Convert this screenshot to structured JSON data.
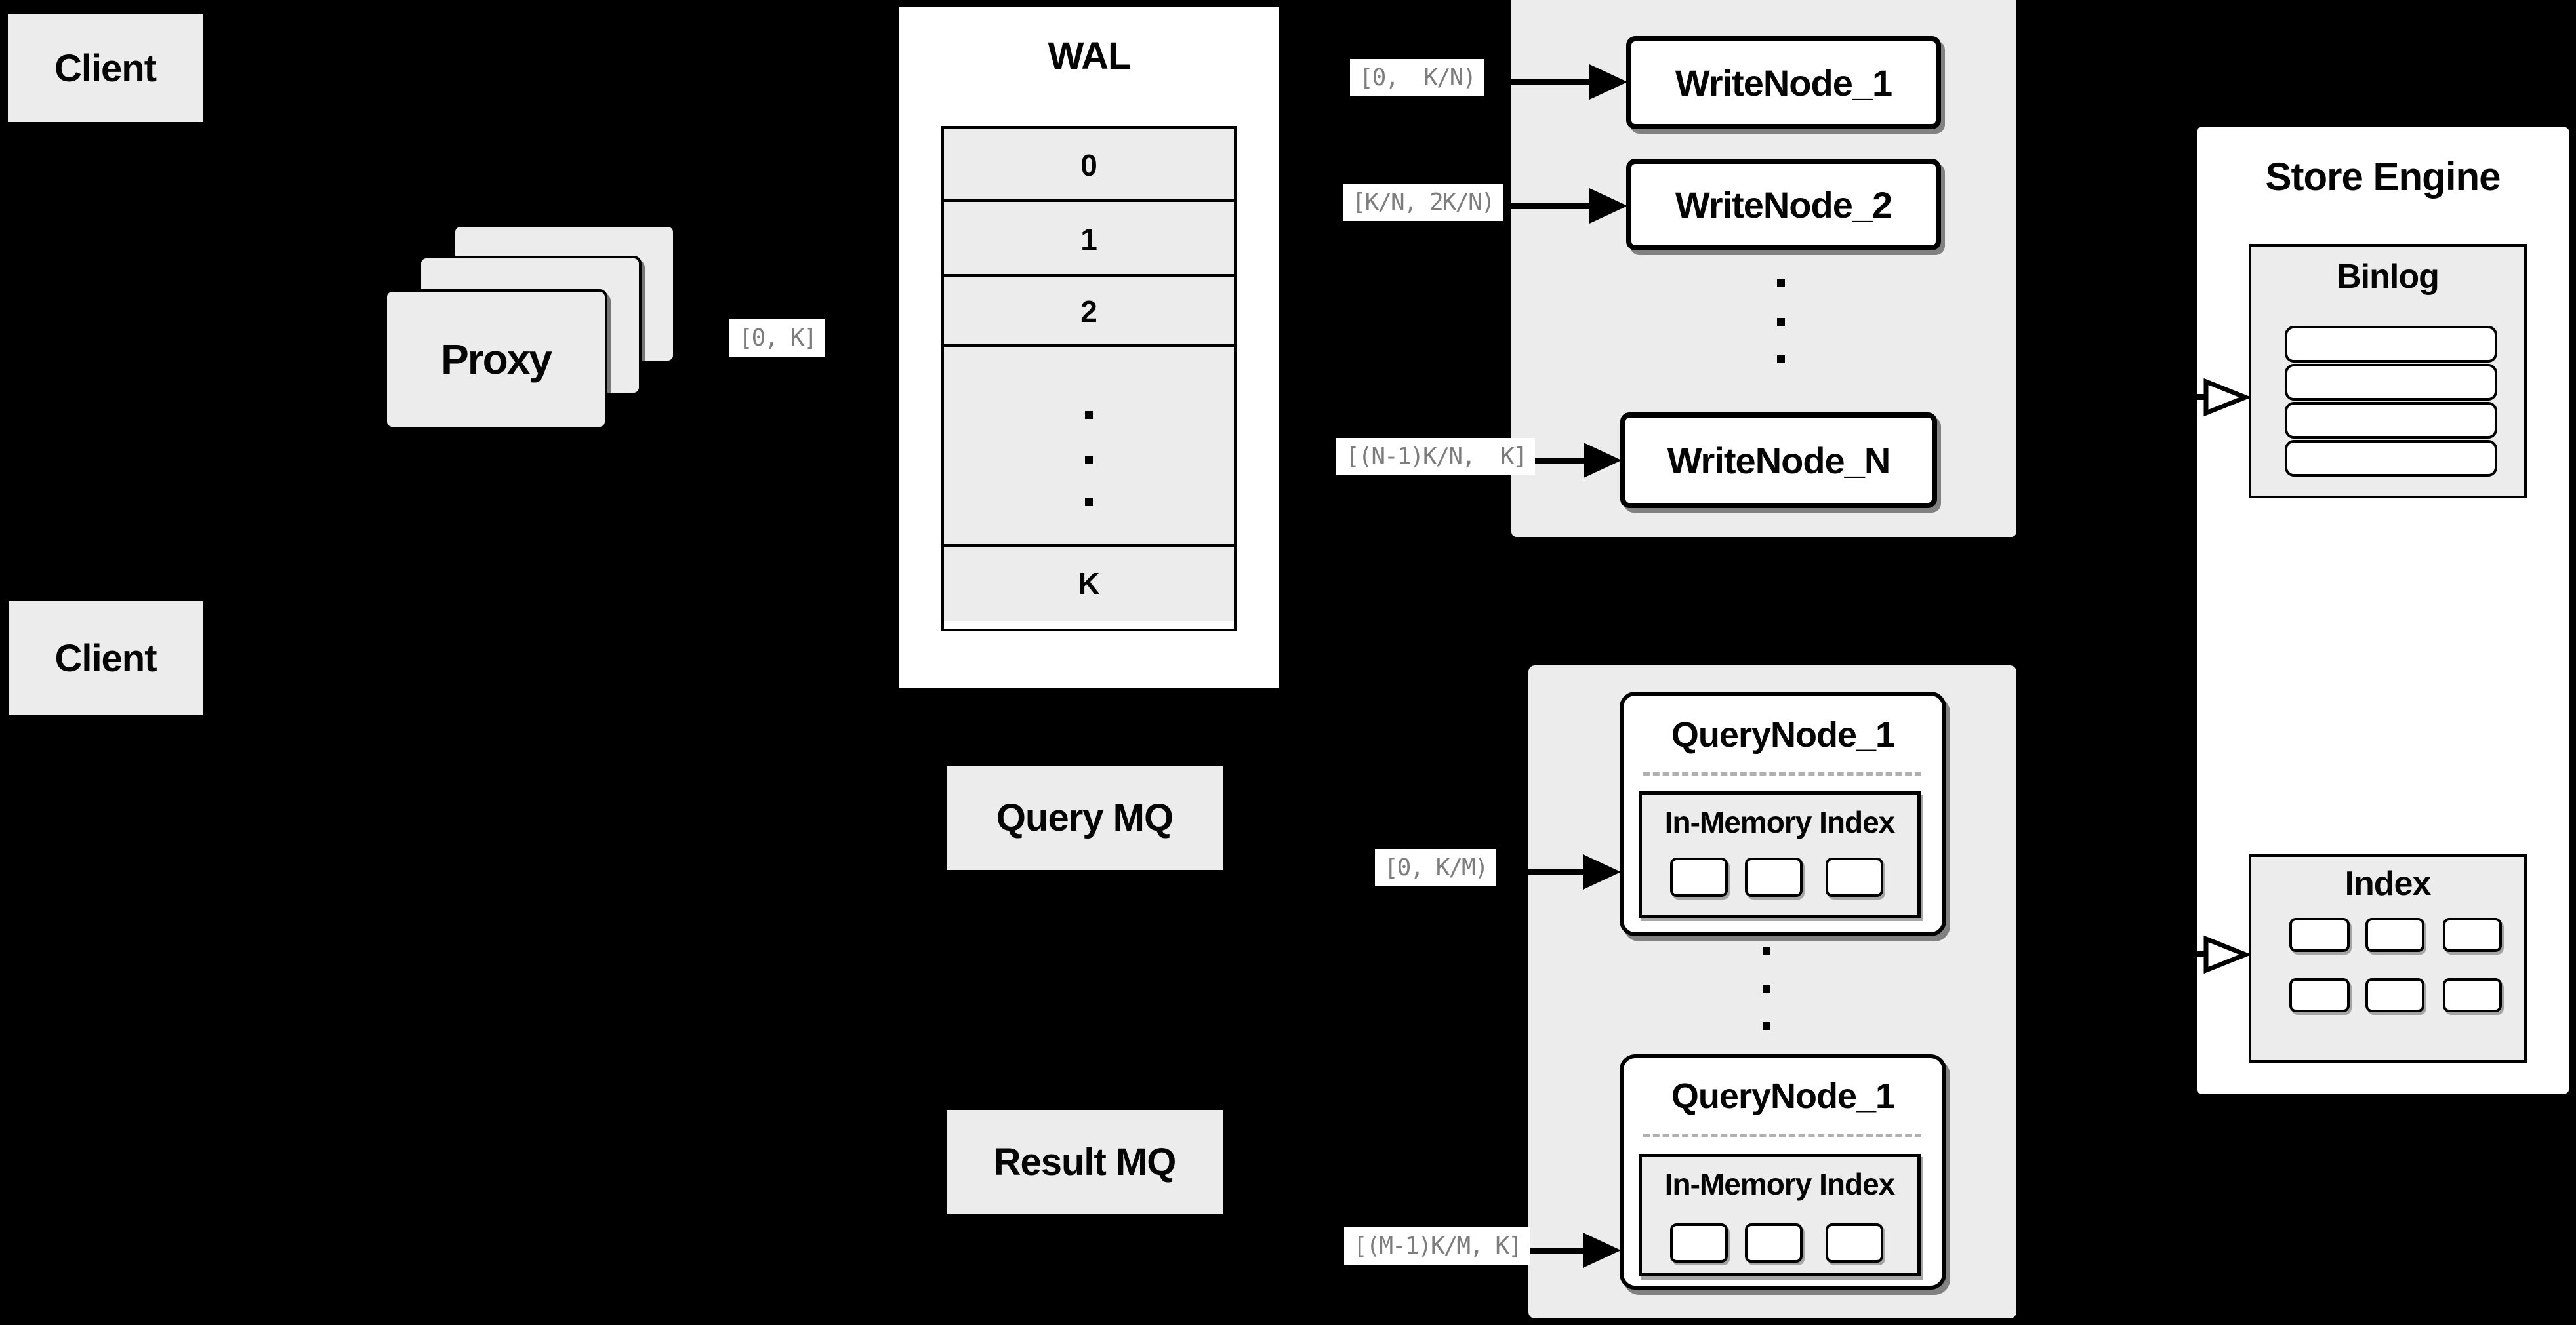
{
  "colors": {
    "background": "#000000",
    "panel_gray": "#ececec",
    "panel_white": "#ffffff",
    "line": "#000000",
    "label_text": "#7d7d7d",
    "dashed_divider": "#b0b0b0"
  },
  "clients": {
    "top": "Client",
    "bottom": "Client"
  },
  "proxy": {
    "label": "Proxy",
    "range": "[0, K]"
  },
  "wal": {
    "title": "WAL",
    "rows": [
      "0",
      "1",
      "2"
    ],
    "last_row": "K"
  },
  "write_cluster": {
    "nodes": [
      {
        "range": "[0,  K/N)",
        "name": "WriteNode_1"
      },
      {
        "range": "[K/N, 2K/N)",
        "name": "WriteNode_2"
      },
      {
        "range": "[(N-1)K/N,  K]",
        "name": "WriteNode_N"
      }
    ]
  },
  "store_engine": {
    "title": "Store Engine",
    "binlog_title": "Binlog",
    "index_title": "Index"
  },
  "query_cluster": {
    "query_mq": "Query MQ",
    "result_mq": "Result MQ",
    "nodes": [
      {
        "name": "QueryNode_1",
        "index_title": "In-Memory Index",
        "range": "[0, K/M)"
      },
      {
        "name": "QueryNode_1",
        "index_title": "In-Memory Index",
        "range": "[(M-1)K/M, K]"
      }
    ]
  }
}
